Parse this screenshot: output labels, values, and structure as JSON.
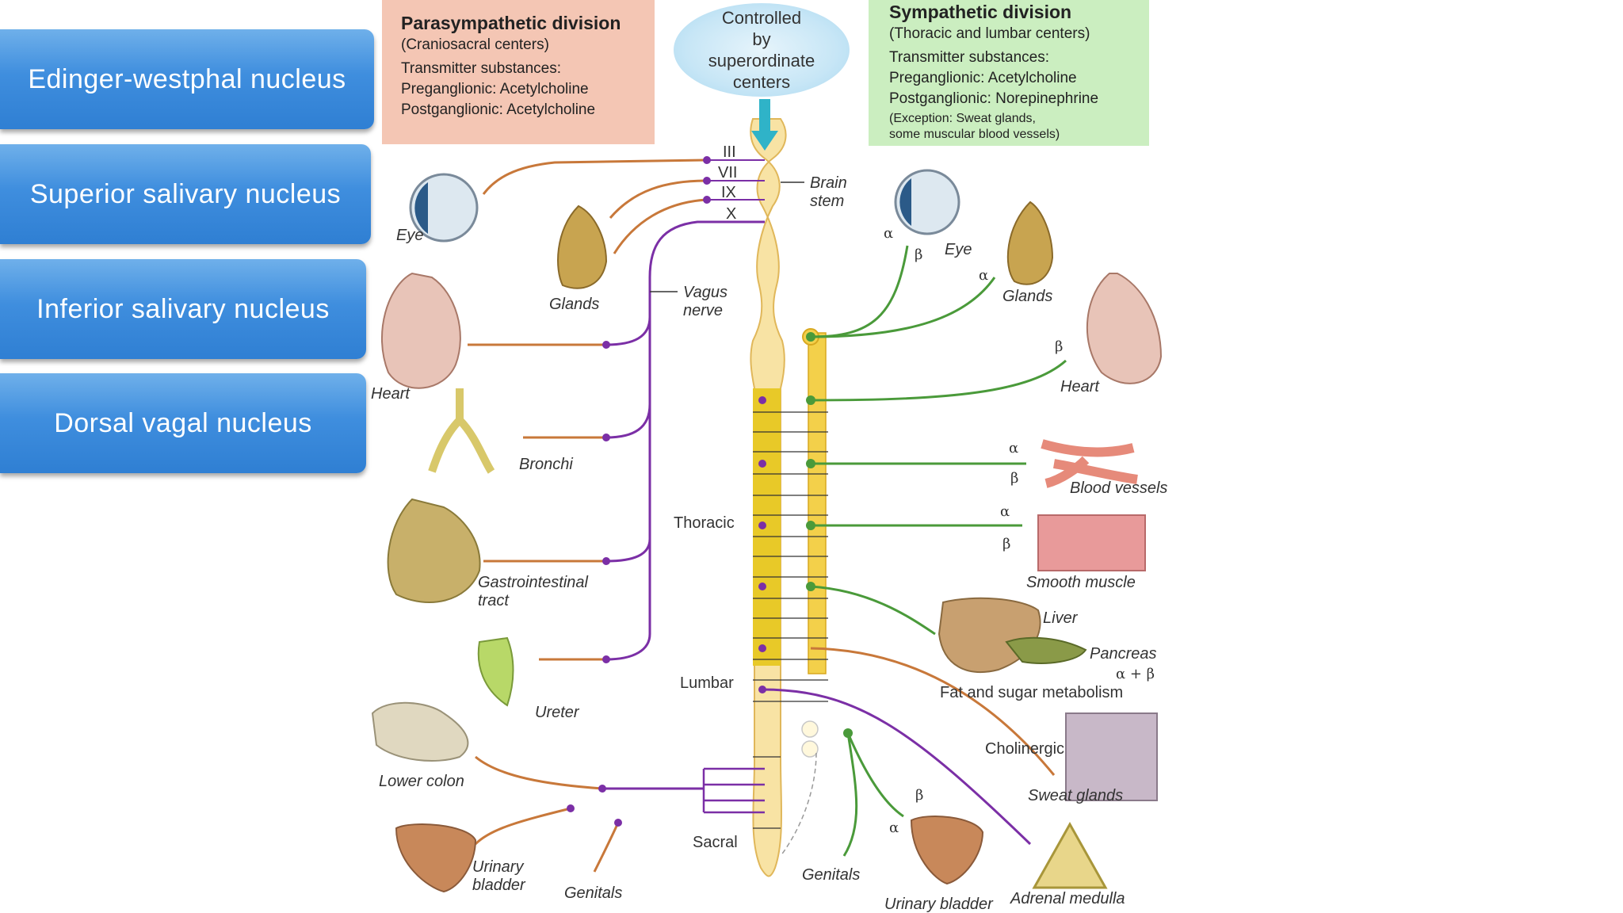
{
  "nuclei": [
    {
      "label": "Edinger-westphal nucleus"
    },
    {
      "label": "Superior salivary nucleus"
    },
    {
      "label": "Inferior salivary nucleus"
    },
    {
      "label": "Dorsal vagal nucleus"
    }
  ],
  "parasympathetic": {
    "title": "Parasympathetic division",
    "subtitle": "(Craniosacral centers)",
    "transmitter": "Transmitter substances:",
    "pre": "Preganglionic: Acetylcholine",
    "post": "Postganglionic: Acetylcholine"
  },
  "sympathetic": {
    "title": "Sympathetic division",
    "subtitle": "(Thoracic and lumbar centers)",
    "transmitter": "Transmitter substances:",
    "pre": "Preganglionic: Acetylcholine",
    "post": "Postganglionic: Norepinephrine",
    "exception1": "(Exception: Sweat glands,",
    "exception2": "some muscular blood vessels)"
  },
  "cloud": {
    "line1": "Controlled",
    "line2": "by",
    "line3": "superordinate",
    "line4": "centers"
  },
  "cranial_nerves": [
    "III",
    "VII",
    "IX",
    "X"
  ],
  "labels": {
    "brain_stem_1": "Brain",
    "brain_stem_2": "stem",
    "vagus_1": "Vagus",
    "vagus_2": "nerve",
    "thoracic": "Thoracic",
    "lumbar": "Lumbar",
    "sacral": "Sacral",
    "eye_left": "Eye",
    "glands_left": "Glands",
    "heart_left": "Heart",
    "bronchi": "Bronchi",
    "gi_1": "Gastrointestinal",
    "gi_2": "tract",
    "ureter": "Ureter",
    "lower_colon": "Lower colon",
    "bladder_left_1": "Urinary",
    "bladder_left_2": "bladder",
    "genitals_left": "Genitals",
    "eye_right": "Eye",
    "glands_right": "Glands",
    "heart_right": "Heart",
    "blood_vessels": "Blood vessels",
    "smooth_muscle": "Smooth muscle",
    "liver": "Liver",
    "pancreas": "Pancreas",
    "alpha_beta": "α + β",
    "fat_sugar": "Fat and sugar metabolism",
    "cholinergic": "Cholinergic",
    "sweat_glands": "Sweat glands",
    "genitals_right": "Genitals",
    "bladder_right": "Urinary bladder",
    "adrenal": "Adrenal medulla"
  },
  "greek": {
    "alpha": "α",
    "beta": "β"
  },
  "colors": {
    "parasympathetic_line": "#c8783a",
    "vagus_line": "#7b2fa6",
    "sympathetic_line": "#4a9a3a",
    "spinal_cord": "#f8e3a4",
    "ganglia": "#e8c928",
    "arrow": "#2fb3c8"
  }
}
